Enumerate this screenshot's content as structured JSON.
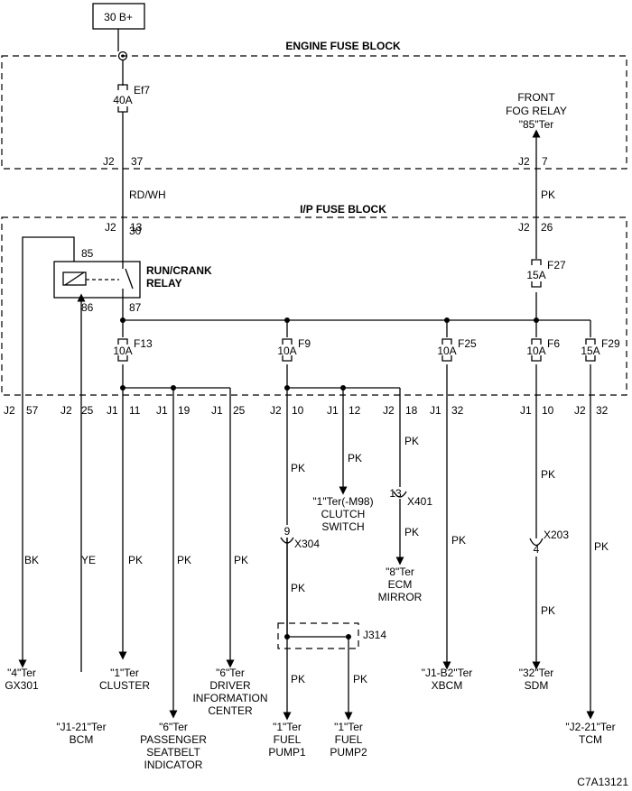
{
  "power_source": "30 B+",
  "blocks": {
    "engine": "ENGINE FUSE BLOCK",
    "ip": "I/P FUSE BLOCK"
  },
  "main_fuse": {
    "id": "Ef7",
    "rating": "40A"
  },
  "engine_pins": {
    "feed_conn": "J2",
    "feed_pin": "37",
    "fog_conn": "J2",
    "fog_pin": "7"
  },
  "ip_pins": {
    "feed_conn": "J2",
    "feed_pin": "13",
    "fog_conn": "J2",
    "fog_pin": "26"
  },
  "wire_colors": {
    "main_feed": "RD/WH",
    "fog_feed": "PK",
    "relay_ground": "BK",
    "relay_control": "YE"
  },
  "relay": {
    "line1": "RUN/CRANK",
    "line2": "RELAY",
    "pin_85": "85",
    "pin_86": "86",
    "pin_30": "30",
    "pin_87": "87"
  },
  "fog_relay": {
    "line1": "FRONT",
    "line2": "FOG RELAY",
    "line3": "\"85\"Ter"
  },
  "fuses": [
    {
      "id": "F13",
      "rating": "10A"
    },
    {
      "id": "F9",
      "rating": "10A"
    },
    {
      "id": "F25",
      "rating": "10A"
    },
    {
      "id": "F6",
      "rating": "10A"
    },
    {
      "id": "F27",
      "rating": "15A"
    },
    {
      "id": "F29",
      "rating": "15A"
    }
  ],
  "pins": [
    {
      "conn": "J2",
      "pin": "57"
    },
    {
      "conn": "J2",
      "pin": "25"
    },
    {
      "conn": "J1",
      "pin": "11"
    },
    {
      "conn": "J1",
      "pin": "19"
    },
    {
      "conn": "J1",
      "pin": "25"
    },
    {
      "conn": "J2",
      "pin": "10"
    },
    {
      "conn": "J1",
      "pin": "12"
    },
    {
      "conn": "J2",
      "pin": "18"
    },
    {
      "conn": "J1",
      "pin": "32"
    },
    {
      "conn": "J1",
      "pin": "10"
    },
    {
      "conn": "J2",
      "pin": "32"
    }
  ],
  "wire_labels": {
    "bk": "BK",
    "ye": "YE",
    "cluster": "PK",
    "seatbelt": "PK",
    "dic": "PK",
    "x304_upper": "PK",
    "x304_lower": "PK",
    "clutch": "PK",
    "x401_upper": "PK",
    "x401_lower": "PK",
    "xbcm": "PK",
    "x203_upper": "PK",
    "x203_lower": "PK",
    "tcm": "PK",
    "pump1": "PK",
    "pump2": "PK"
  },
  "inline": {
    "x304": {
      "pin": "9",
      "name": "X304"
    },
    "x401": {
      "pin": "13",
      "name": "X401"
    },
    "x203": {
      "pin": "4",
      "name": "X203"
    },
    "j314": "J314"
  },
  "destinations": {
    "gx301": [
      "\"4\"Ter",
      "GX301"
    ],
    "bcm": [
      "\"J1-21\"Ter",
      "BCM"
    ],
    "cluster": [
      "\"1\"Ter",
      "CLUSTER"
    ],
    "seatbelt": [
      "\"6\"Ter",
      "PASSENGER",
      "SEATBELT",
      "INDICATOR"
    ],
    "dic": [
      "\"6\"Ter",
      "DRIVER",
      "INFORMATION",
      "CENTER"
    ],
    "pump1": [
      "\"1\"Ter",
      "FUEL",
      "PUMP1"
    ],
    "pump2": [
      "\"1\"Ter",
      "FUEL",
      "PUMP2"
    ],
    "clutch": [
      "\"1\"Ter(-M98)",
      "CLUTCH",
      "SWITCH"
    ],
    "ecm": [
      "\"8\"Ter",
      "ECM",
      "MIRROR"
    ],
    "xbcm": [
      "\"J1-B2\"Ter",
      "XBCM"
    ],
    "sdm": [
      "\"32\"Ter",
      "SDM"
    ],
    "tcm": [
      "\"J2-21\"Ter",
      "TCM"
    ]
  },
  "figure_id": "C7A13121"
}
